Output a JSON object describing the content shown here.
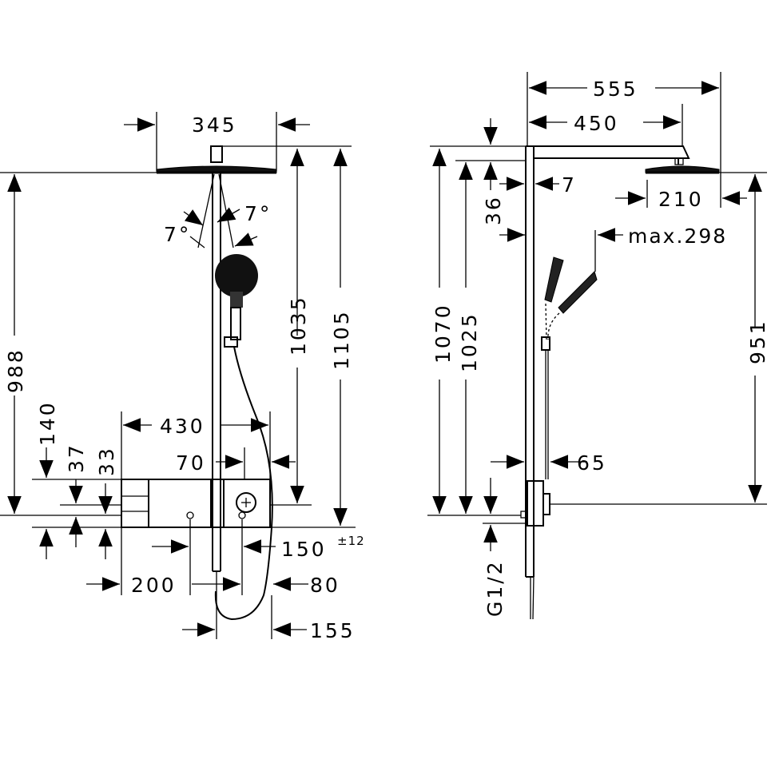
{
  "colors": {
    "ink": "#000000",
    "background": "#ffffff"
  },
  "front_view": {
    "dims": {
      "head_width": "345",
      "height_1105": "1105",
      "height_1035": "1035",
      "height_988": "988",
      "angle_right": "7°",
      "angle_left": "7°",
      "width_430": "430",
      "dim_70": "70",
      "dim_140": "140",
      "dim_37": "37",
      "dim_33": "33",
      "dim_150": "150",
      "tolerance": "±12",
      "dim_200": "200",
      "dim_80": "80",
      "dim_155": "155"
    }
  },
  "side_view": {
    "dims": {
      "dim_555": "555",
      "dim_450": "450",
      "dim_7": "7",
      "dim_36": "36",
      "dim_210": "210",
      "max_298": "max.298",
      "dim_1070": "1070",
      "dim_1025": "1025",
      "dim_951": "951",
      "dim_65": "65",
      "thread": "G1/2"
    }
  }
}
